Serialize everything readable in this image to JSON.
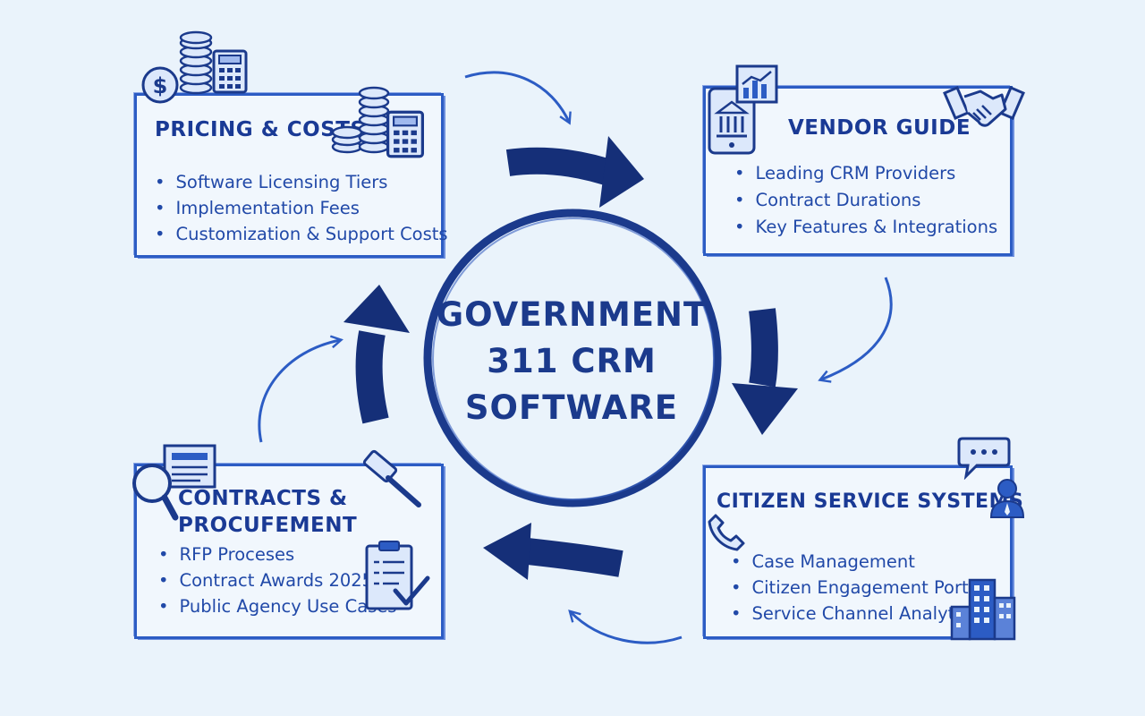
{
  "center": {
    "title_lines": [
      "GOVERNMENT",
      "311 CRM",
      "SOFTWARE"
    ]
  },
  "panels": {
    "pricing": {
      "title": "PRICING & COSTS",
      "bullets": [
        "Software Licensing Tiers",
        "Implementation Fees",
        "Customization & Support Costs"
      ]
    },
    "vendor": {
      "title": "VENDOR GUIDE",
      "bullets": [
        "Leading CRM Providers",
        "Contract Durations",
        "Key Features & Integrations"
      ]
    },
    "contracts": {
      "title_lines": [
        "CONTRACTS &",
        "PROCUFEMENT"
      ],
      "bullets": [
        "RFP Proceses",
        "Contract Awards 2025",
        "Public Agency Use Cases"
      ]
    },
    "citizen": {
      "title": "CITIZEN SERVICE SYSTEMS",
      "bullets": [
        "Case Management",
        "Citizen Engagement Portals",
        "Service Channel Analytics"
      ]
    }
  },
  "icons": {
    "pricing": [
      "dollar-coin-icon",
      "coin-stack-icon",
      "calculator-icon"
    ],
    "vendor": [
      "bank-tablet-icon",
      "bar-chart-icon",
      "handshake-icon"
    ],
    "contracts": [
      "document-magnifier-icon",
      "gavel-icon",
      "checklist-clipboard-icon"
    ],
    "citizen": [
      "speech-bubble-icon",
      "person-icon",
      "phone-icon",
      "city-buildings-icon"
    ]
  },
  "colors": {
    "background": "#eaf3fb",
    "ink": "#1a3a95",
    "panel_border": "#2c5cc4",
    "arrow_dark": "#152f78"
  }
}
